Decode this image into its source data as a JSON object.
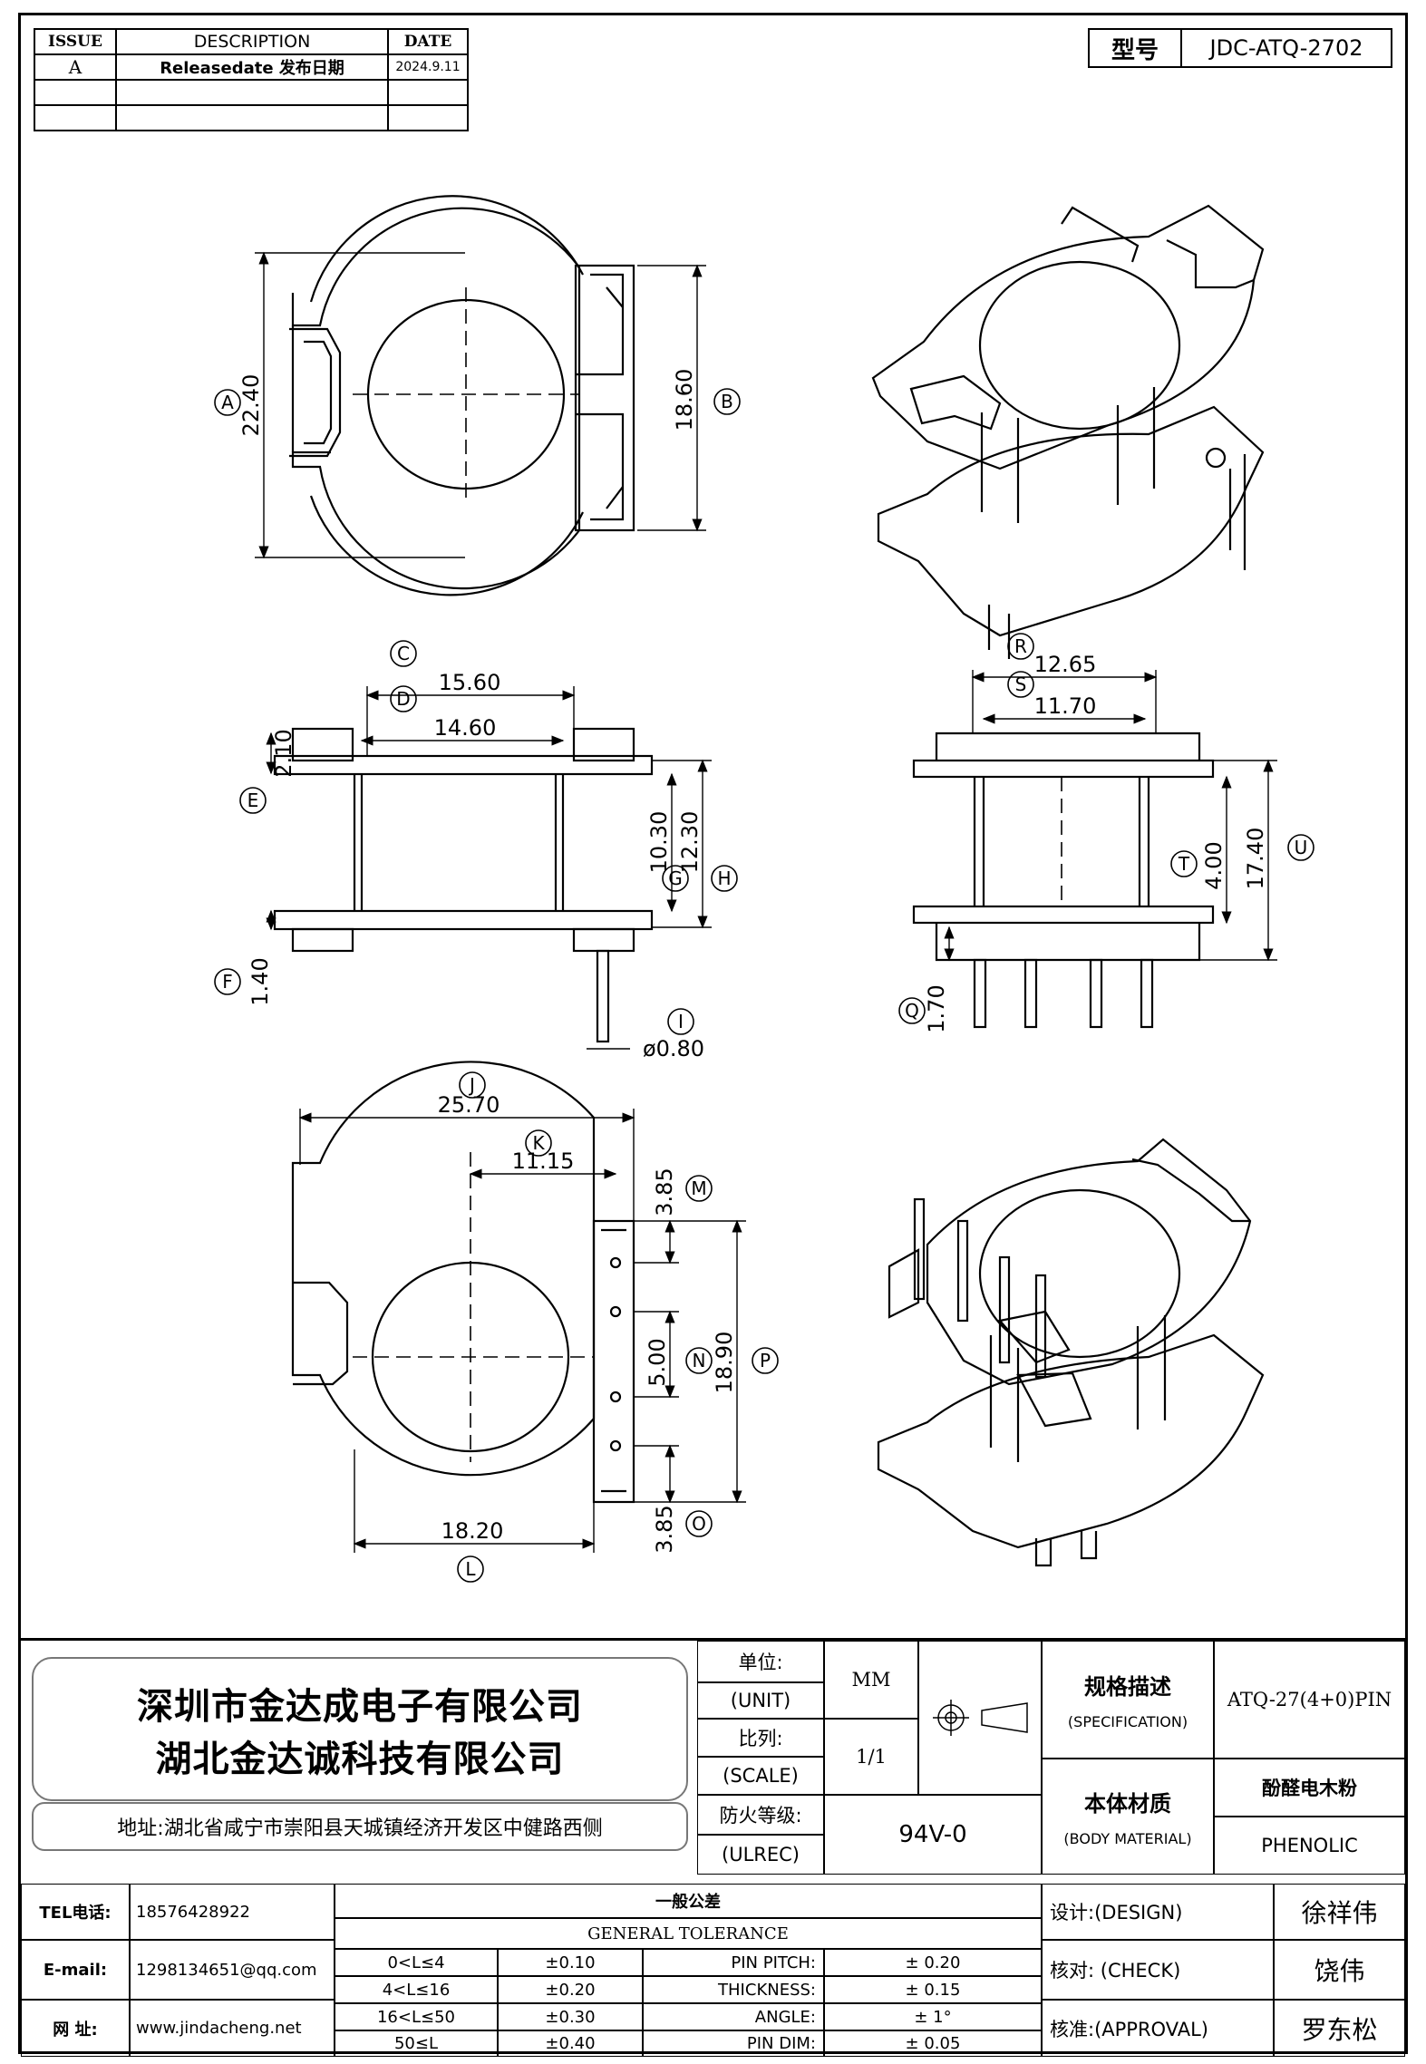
{
  "revision_table": {
    "headers": [
      "ISSUE",
      "DESCRIPTION",
      "DATE"
    ],
    "rows": [
      [
        "A",
        "Releasedate 发布日期",
        "2024.9.11"
      ],
      [
        "",
        "",
        ""
      ],
      [
        "",
        "",
        ""
      ]
    ]
  },
  "model": {
    "label": "型号",
    "value": "JDC-ATQ-2702"
  },
  "dimensions": {
    "A": "22.40",
    "B": "18.60",
    "C": "15.60",
    "D": "14.60",
    "E": "2.10",
    "F": "1.40",
    "G": "10.30",
    "H": "12.30",
    "I": "ø0.80",
    "J": "25.70",
    "K": "11.15",
    "L": "18.20",
    "M": "3.85",
    "N": "5.00",
    "O": "3.85",
    "P": "18.90",
    "Q": "1.70",
    "R": "12.65",
    "S": "11.70",
    "T": "4.00",
    "U": "17.40"
  },
  "letters": [
    "A",
    "B",
    "C",
    "D",
    "E",
    "F",
    "G",
    "H",
    "I",
    "J",
    "K",
    "L",
    "M",
    "N",
    "O",
    "P",
    "Q",
    "R",
    "S",
    "T",
    "U"
  ],
  "company": {
    "name1": "深圳市金达成电子有限公司",
    "name2": "湖北金达诚科技有限公司",
    "address": "地址:湖北省咸宁市崇阳县天城镇经济开发区中健路西侧"
  },
  "title_block": {
    "unit_label": "单位:",
    "unit_label_en": "(UNIT)",
    "unit_value": "MM",
    "scale_label": "比列:",
    "scale_label_en": "(SCALE)",
    "scale_value": "1/1",
    "fire_label": "防火等级:",
    "fire_label_en": "(ULREC)",
    "fire_value": "94V-0",
    "spec_label": "规格描述",
    "spec_label_en": "(SPECIFICATION)",
    "spec_value": "ATQ-27(4+0)PIN",
    "material_label": "本体材质",
    "material_label_en": "(BODY MATERIAL)",
    "material_value_cn": "酚醛电木粉",
    "material_value_en": "PHENOLIC"
  },
  "contact": {
    "tel_label": "TEL电话:",
    "tel": "18576428922",
    "email_label": "E-mail:",
    "email": "1298134651@qq.com",
    "web_label": "网   址:",
    "web": "www.jindacheng.net"
  },
  "tolerance": {
    "title_cn": "一般公差",
    "title_en": "GENERAL TOLERANCE",
    "length_rows": [
      [
        "0<L≤4",
        "±0.10"
      ],
      [
        "4<L≤16",
        "±0.20"
      ],
      [
        "16<L≤50",
        "±0.30"
      ],
      [
        "50≤L",
        "±0.40"
      ]
    ],
    "other_rows": [
      [
        "PIN PITCH:",
        "±  0.20"
      ],
      [
        "THICKNESS:",
        "±  0.15"
      ],
      [
        "ANGLE:",
        "±  1°"
      ],
      [
        "PIN DIM:",
        "±  0.05"
      ]
    ]
  },
  "signoff": {
    "design_label": "设计:(DESIGN)",
    "design_name": "徐祥伟",
    "check_label": "核对: (CHECK)",
    "check_name": "饶伟",
    "approval_label": "核准:(APPROVAL)",
    "approval_name": "罗东松"
  }
}
